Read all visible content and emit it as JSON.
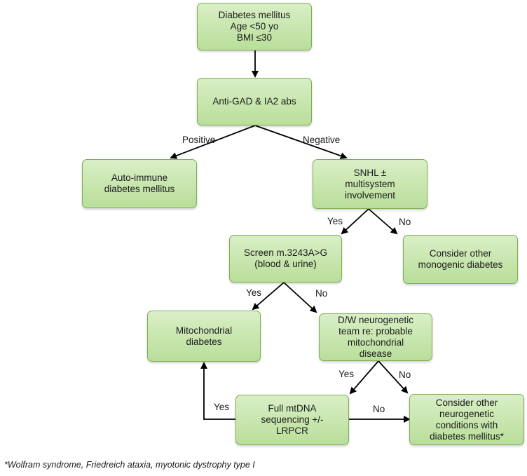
{
  "nodes": {
    "diabetes": "Diabetes mellitus\nAge <50 yo\nBMI ≤30",
    "antibodies": "Anti-GAD & IA2 abs",
    "autoimmune": "Auto-immune\ndiabetes mellitus",
    "snhl": "SNHL ±\nmultisystem\ninvolvement",
    "screen": "Screen m.3243A>G\n(blood & urine)",
    "monogenic": "Consider other\nmonogenic diabetes",
    "mitochondrial": "Mitochondrial\ndiabetes",
    "neurogenetic_team": "D/W neurogenetic\nteam re: probable\nmitochondrial\ndisease",
    "mtdna": "Full mtDNA\nsequencing +/-\nLRPCR",
    "other_neuro": "Consider other\nneurogenetic\nconditions with\ndiabetes mellitus*"
  },
  "edge_labels": {
    "positive": "Positive",
    "negative": "Negative",
    "snhl_yes": "Yes",
    "snhl_no": "No",
    "screen_yes": "Yes",
    "screen_no": "No",
    "team_yes": "Yes",
    "team_no": "No",
    "mtdna_yes": "Yes",
    "mtdna_no": "No"
  },
  "footnote": "*Wolfram syndrome, Friedreich ataxia, myotonic dystrophy type I",
  "colors": {
    "node_fill_top": "#d9efc6",
    "node_fill_bottom": "#b9de9a",
    "node_border": "#7fae55",
    "arrow": "#000000"
  }
}
